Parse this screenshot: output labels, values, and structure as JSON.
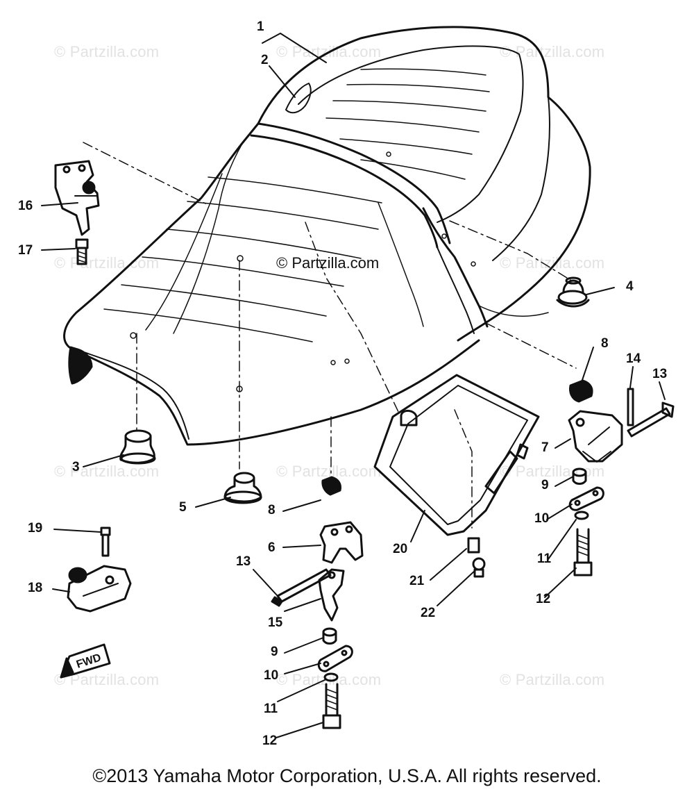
{
  "diagram": {
    "watermark_text": "© Partzilla.com",
    "center_watermark_text": "© Partzilla.com",
    "fwd_label": "FWD",
    "copyright": "©2013 Yamaha Motor Corporation, U.S.A. All rights reserved.",
    "callouts": {
      "c1": "1",
      "c2": "2",
      "c3": "3",
      "c4": "4",
      "c5": "5",
      "c6": "6",
      "c7": "7",
      "c8a": "8",
      "c8b": "8",
      "c9a": "9",
      "c9b": "9",
      "c10a": "10",
      "c10b": "10",
      "c11a": "11",
      "c11b": "11",
      "c12a": "12",
      "c12b": "12",
      "c13a": "13",
      "c13b": "13",
      "c14": "14",
      "c15": "15",
      "c16": "16",
      "c17": "17",
      "c18": "18",
      "c19": "19",
      "c20": "20",
      "c21": "21",
      "c22": "22"
    }
  }
}
